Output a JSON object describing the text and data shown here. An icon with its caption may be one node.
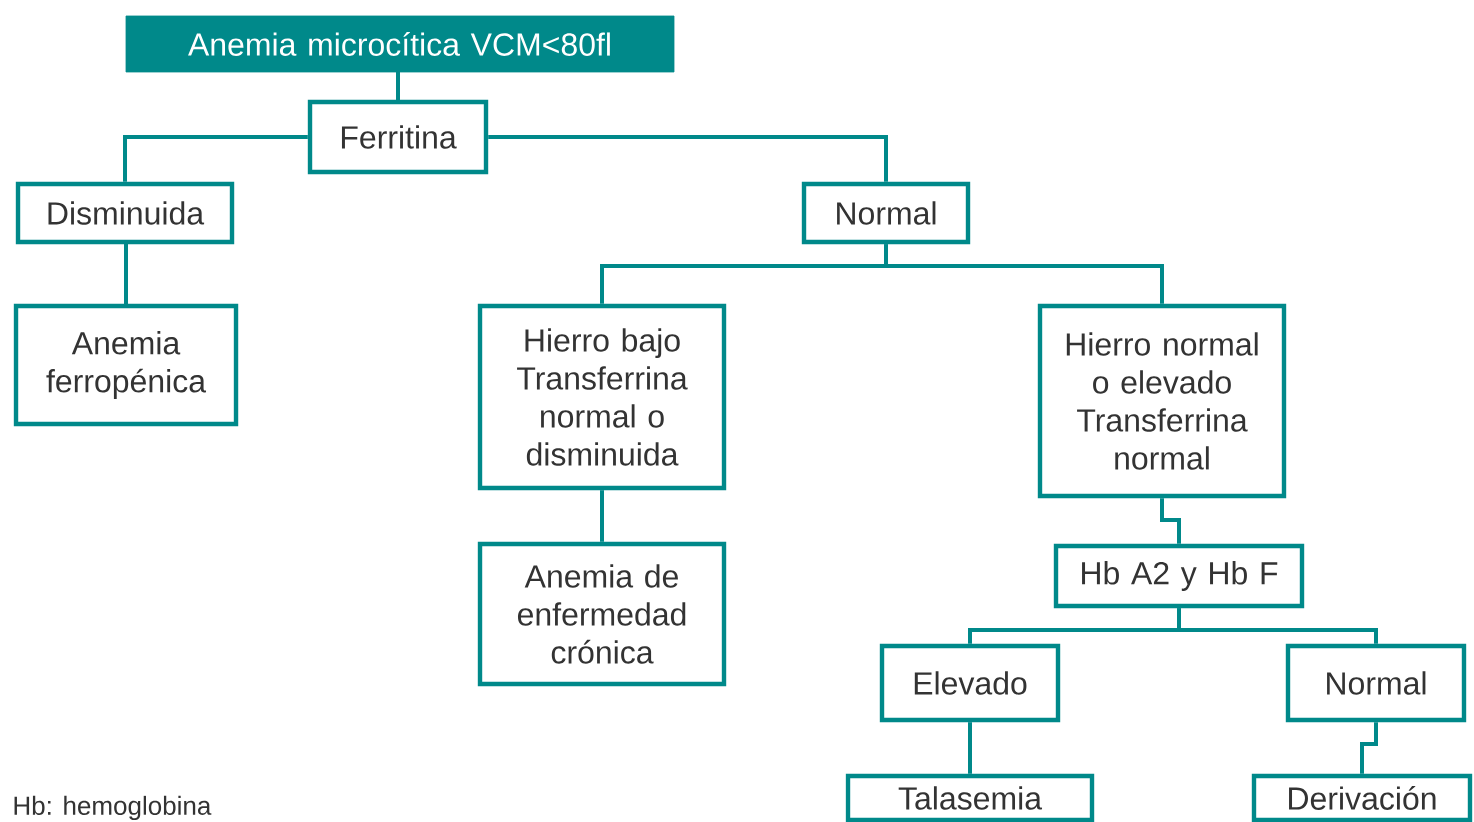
{
  "diagram": {
    "nodes": [
      {
        "text": [
          "Anemia microcítica VCM<80fl"
        ]
      },
      {
        "text": [
          "Ferritina"
        ]
      },
      {
        "text": [
          "Disminuida"
        ]
      },
      {
        "text": [
          "Normal"
        ]
      },
      {
        "text": [
          "Anemia ferropénica"
        ]
      },
      {
        "text": [
          "Hierro bajo Transferrina normal o disminuida"
        ]
      },
      {
        "text": [
          "Hierro normal o elevado Transferrina normal"
        ]
      },
      {
        "text": [
          "Anemia de enfermedad crónica"
        ]
      },
      {
        "text": [
          "Hb A2 y Hb F"
        ]
      },
      {
        "text": [
          "Elevado"
        ]
      },
      {
        "text": [
          "Normal"
        ]
      },
      {
        "text": [
          "Talasemia"
        ]
      },
      {
        "text": [
          "Derivación"
        ]
      }
    ],
    "edges": [
      {
        "from": 0,
        "to": 1,
        "arrow": "none"
      },
      {
        "from": 1,
        "to": 2,
        "arrow": "none"
      },
      {
        "from": 1,
        "to": 3,
        "arrow": "none"
      },
      {
        "from": 2,
        "to": 4,
        "arrow": "none"
      },
      {
        "from": 3,
        "to": 5,
        "arrow": "none"
      },
      {
        "from": 3,
        "to": 6,
        "arrow": "none"
      },
      {
        "from": 5,
        "to": 7,
        "arrow": "none"
      },
      {
        "from": 6,
        "to": 8,
        "arrow": "none"
      },
      {
        "from": 8,
        "to": 9,
        "arrow": "none"
      },
      {
        "from": 8,
        "to": 10,
        "arrow": "none"
      },
      {
        "from": 9,
        "to": 11,
        "arrow": "none"
      },
      {
        "from": 10,
        "to": 12,
        "arrow": "none"
      }
    ],
    "labels": [
      "Hb: hemoglobina"
    ]
  }
}
